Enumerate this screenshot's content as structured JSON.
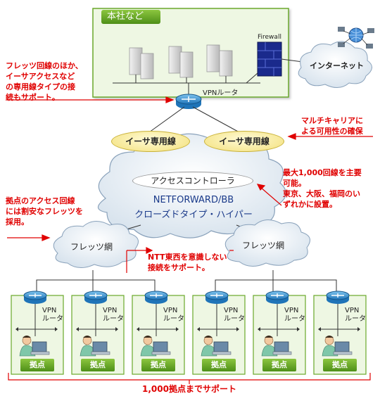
{
  "hq": {
    "label": "本社など",
    "router_label": "VPNルータ",
    "firewall_label": "Firewall"
  },
  "internet": {
    "label": "インターネット"
  },
  "lines": {
    "left": "イーサ専用線",
    "right": "イーサ専用線"
  },
  "cloud": {
    "access_controller": "アクセスコントローラ",
    "title1": "NETFORWARD/BB",
    "title2": "クローズドタイプ・ハイパー"
  },
  "flets": {
    "left": "フレッツ網",
    "right": "フレッツ網"
  },
  "branch": {
    "router_label1": "VPN",
    "router_label2": "ルータ",
    "label": "拠点",
    "count": 6
  },
  "notes": {
    "left_top": [
      "フレッツ回線のほか、",
      "イーサアクセスなど",
      "の専用線タイプの接",
      "続もサポート。"
    ],
    "right_top": [
      "マルチキャリアに",
      "よる可用性の確保"
    ],
    "right_mid": [
      "最大1,000回線を主要",
      "可能。",
      "東京、大阪、福岡のい",
      "ずれかに設置。"
    ],
    "left_mid": [
      "拠点のアクセス回線",
      "には割安なフレッツを",
      "採用。"
    ],
    "center": [
      "NTT東西を意識しない",
      "接続をサポート。"
    ],
    "bottom": "1,000拠点までサポート"
  },
  "colors": {
    "note_red": "#e00000",
    "green": "#6aa82a",
    "panel_fill": "#eef7e3"
  }
}
